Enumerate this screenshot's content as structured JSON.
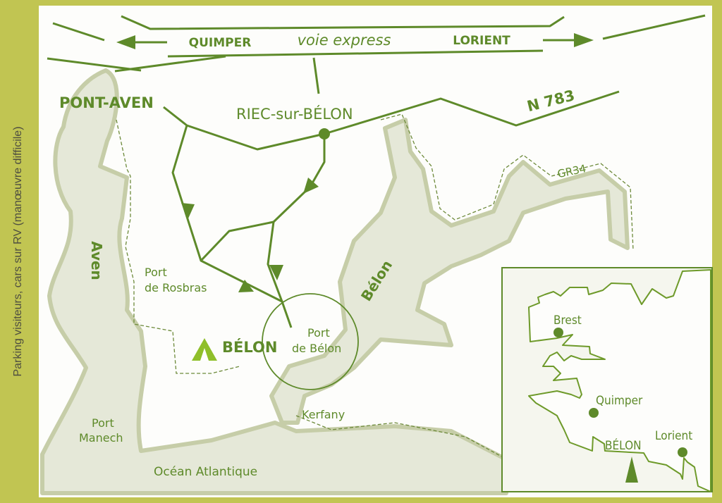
{
  "side_note": "Parking visiteurs, cars sur RV (manœuvre difficile)",
  "roads": {
    "express_name": "voie express",
    "west_direction": "QUIMPER",
    "east_direction": "LORIENT",
    "national_road": "N 783",
    "hiking_trail": "GR34"
  },
  "places": {
    "pont_aven": "PONT-AVEN",
    "riec": "RIEC-sur-BÉLON",
    "belon": "BÉLON",
    "port_rosbras_1": "Port",
    "port_rosbras_2": "de Rosbras",
    "port_belon_1": "Port",
    "port_belon_2": "de Bélon",
    "kerfany": "Kerfany",
    "port_manech_1": "Port",
    "port_manech_2": "Manech",
    "ocean": "Océan Atlantique"
  },
  "rivers": {
    "aven": "Aven",
    "belon": "Bélon"
  },
  "inset": {
    "brest": "Brest",
    "quimper": "Quimper",
    "belon": "BÉLON",
    "lorient": "Lorient"
  },
  "colors": {
    "accent": "#5e8a2a",
    "frame": "#c1c552",
    "water": "#e5e8d8"
  }
}
